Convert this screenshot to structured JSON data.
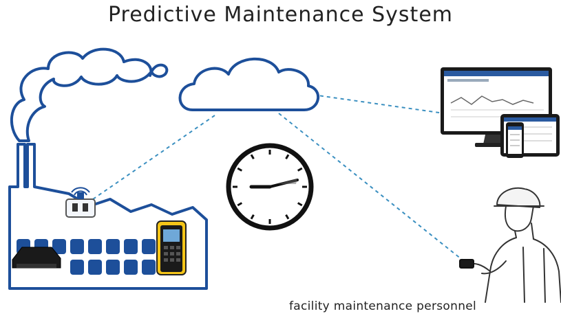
{
  "diagram": {
    "title": "Predictive Maintenance System",
    "caption": "facility maintenance personnel"
  },
  "colors": {
    "blue": "#1d4f9a",
    "dash": "#3a8fc0",
    "ink": "#111111"
  },
  "nodes": [
    {
      "id": "factory",
      "icon": "factory-icon"
    },
    {
      "id": "cloud",
      "icon": "cloud-icon"
    },
    {
      "id": "clock",
      "icon": "clock-icon"
    },
    {
      "id": "monitors",
      "icon": "monitor-icon"
    },
    {
      "id": "technician",
      "icon": "technician-icon"
    }
  ]
}
